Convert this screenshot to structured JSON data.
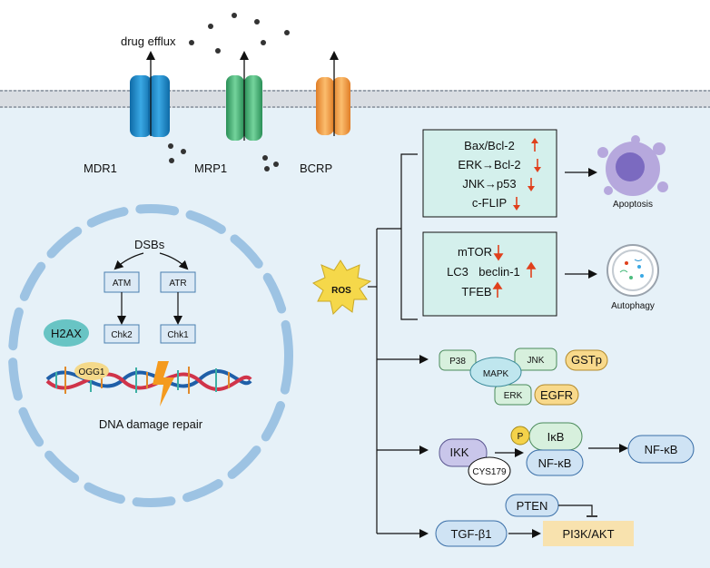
{
  "membrane": {
    "drug_efflux": "drug efflux",
    "transporters": [
      "MDR1",
      "MRP1",
      "BCRP"
    ]
  },
  "nucleus": {
    "dsbs": "DSBs",
    "atm": "ATM",
    "atr": "ATR",
    "chk2": "Chk2",
    "chk1": "Chk1",
    "h2ax": "H2AX",
    "ogg1": "OGG1",
    "dna_repair": "DNA damage repair"
  },
  "ros": "ROS",
  "apoptosis_box": {
    "lines": [
      "Bax/Bcl-2",
      "ERK→Bcl-2",
      "JNK→p53",
      "c-FLIP"
    ],
    "arrows": [
      "up",
      "down",
      "down",
      "down"
    ],
    "outcome": "Apoptosis"
  },
  "autophagy_box": {
    "line1_a": "mTOR",
    "line2_a": "LC3",
    "line2_b": "beclin-1",
    "line3_a": "TFEB",
    "outcome": "Autophagy"
  },
  "mapk": {
    "p38": "P38",
    "mapk": "MAPK",
    "jnk": "JNK",
    "gstp": "GSTp",
    "erk": "ERK",
    "egfr": "EGFR"
  },
  "nfkb": {
    "ikk": "IKK",
    "cys": "CYS179",
    "p": "P",
    "ikb": "IκB",
    "nfkb_complex": "NF-κB",
    "nfkb_out": "NF-κB"
  },
  "pi3k": {
    "pten": "PTEN",
    "tgf": "TGF-β1",
    "pi3k_akt": "PI3K/AKT"
  },
  "colors": {
    "background": "#e8f3fa",
    "box_fill": "#d4f0ec",
    "up_down_arrow": "#e0401c",
    "mdr1": "#1f8fd0",
    "mrp1": "#4cbc7e",
    "bcrp": "#f6a048",
    "nucleus": "#7aaed6",
    "ros": "#f5d84a"
  }
}
